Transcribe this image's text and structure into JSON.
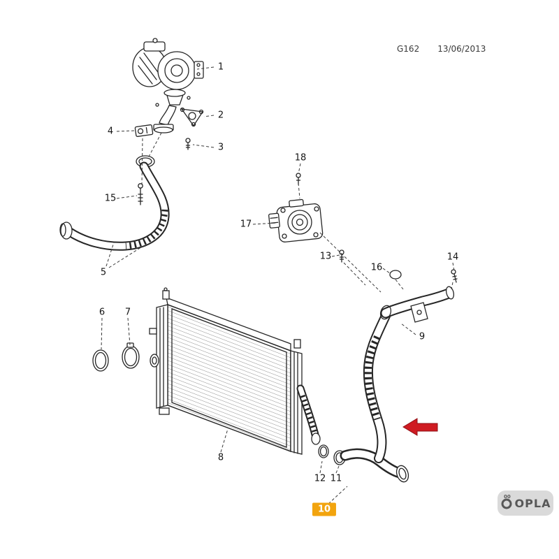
{
  "header": {
    "diagram_code": "G162",
    "date": "13/06/2013"
  },
  "callouts": {
    "c1": "1",
    "c2": "2",
    "c3": "3",
    "c4": "4",
    "c5": "5",
    "c6": "6",
    "c7": "7",
    "c8": "8",
    "c9": "9",
    "c10": "10",
    "c11": "11",
    "c12": "12",
    "c13": "13",
    "c14": "14",
    "c15": "15",
    "c16": "16",
    "c17": "17",
    "c18": "18"
  },
  "highlighted_part": "10",
  "annotation": {
    "arrow_direction": "left",
    "arrow_color": "#cf1b22",
    "highlight_color": "#f2a40e"
  },
  "watermark": {
    "prefix": "00",
    "brand": "OPLA"
  }
}
